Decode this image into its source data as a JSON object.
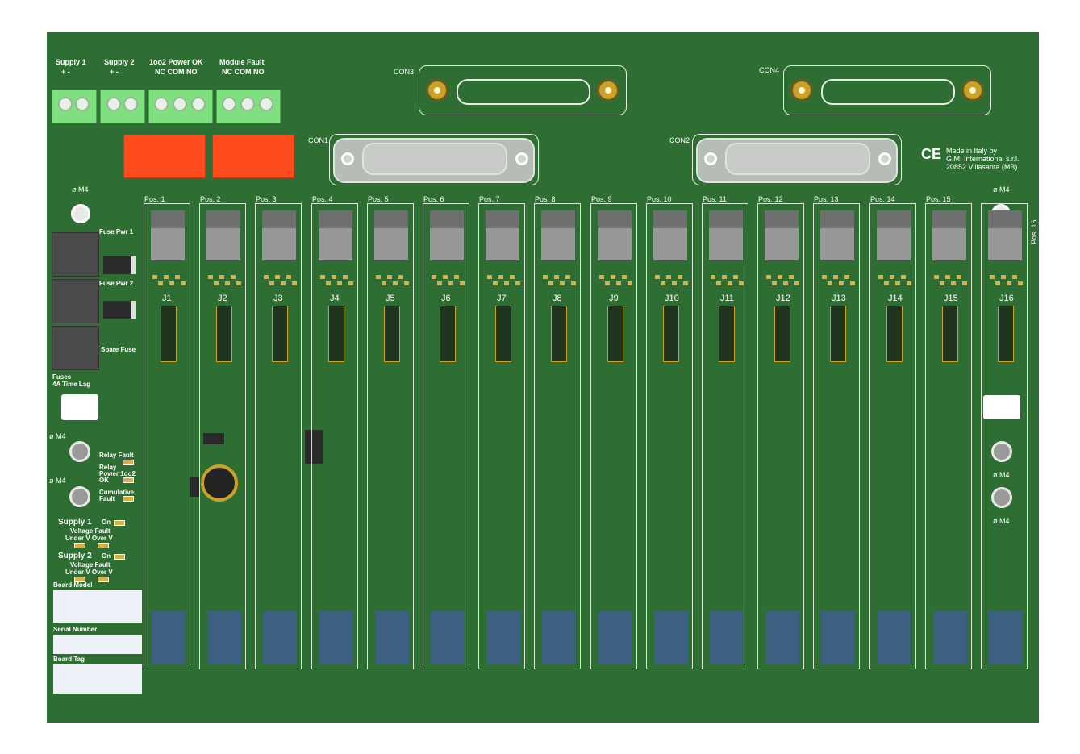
{
  "board": {
    "color": "#2f6e33"
  },
  "terminals": [
    {
      "name": "Supply 1",
      "sub": "+ -"
    },
    {
      "name": "Supply 2",
      "sub": "+ -"
    },
    {
      "name": "1oo2 Power OK",
      "sub": "NC COM NO"
    },
    {
      "name": "Module Fault",
      "sub": "NC COM NO"
    }
  ],
  "connectors": {
    "con1": "CON1",
    "con2": "CON2",
    "con3": "CON3",
    "con4": "CON4"
  },
  "ce": {
    "mark": "CE",
    "line1": "Made in Italy by",
    "line2": "G.M. International s.r.l.",
    "line3": "20852 Villasanta (MB)"
  },
  "mounting": {
    "m4": "ø M4"
  },
  "fuses": {
    "pwr1": "Fuse Pwr 1",
    "pwr2": "Fuse Pwr 2",
    "spare": "Spare Fuse",
    "title": "Fuses",
    "rating": "4A Time Lag"
  },
  "leds": {
    "relay_fault": "Relay Fault",
    "relay_power_l1": "Relay",
    "relay_power_l2": "Power 1oo2",
    "relay_power_l3": "OK",
    "cumulative_l1": "Cumulative",
    "cumulative_l2": "Fault",
    "supply1": "Supply 1",
    "supply2": "Supply 2",
    "on": "On",
    "voltage_fault": "Voltage Fault",
    "under_over": "Under V Over V"
  },
  "labels": {
    "board_model": "Board Model",
    "serial_number": "Serial Number",
    "board_tag": "Board Tag"
  },
  "positions": [
    "Pos. 1",
    "Pos. 2",
    "Pos. 3",
    "Pos. 4",
    "Pos. 5",
    "Pos. 6",
    "Pos. 7",
    "Pos. 8",
    "Pos. 9",
    "Pos. 10",
    "Pos. 11",
    "Pos. 12",
    "Pos. 13",
    "Pos. 14",
    "Pos. 15",
    "Pos. 16"
  ],
  "jumpers": [
    "J1",
    "J2",
    "J3",
    "J4",
    "J5",
    "J6",
    "J7",
    "J8",
    "J9",
    "J10",
    "J11",
    "J12",
    "J13",
    "J14",
    "J15",
    "J16"
  ]
}
